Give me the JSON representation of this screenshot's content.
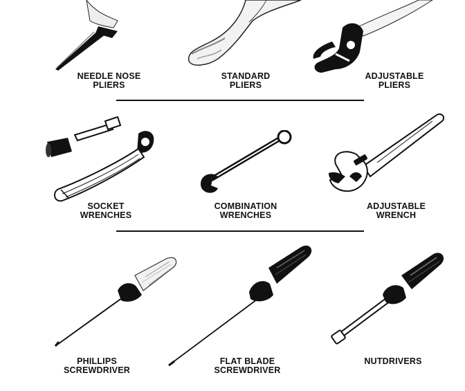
{
  "sections": {
    "pliers": {
      "items": [
        {
          "label": "NEEDLE NOSE\nPLIERS",
          "icon": "needle-nose-pliers-icon"
        },
        {
          "label": "STANDARD\nPLIERS",
          "icon": "standard-pliers-icon"
        },
        {
          "label": "ADJUSTABLE\nPLIERS",
          "icon": "adjustable-pliers-icon"
        }
      ]
    },
    "wrenches": {
      "items": [
        {
          "label": "SOCKET\nWRENCHES",
          "icon": "socket-wrench-icon"
        },
        {
          "label": "COMBINATION\nWRENCHES",
          "icon": "combination-wrench-icon"
        },
        {
          "label": "ADJUSTABLE\nWRENCH",
          "icon": "adjustable-wrench-icon"
        }
      ]
    },
    "screwdrivers": {
      "items": [
        {
          "label": "PHILLIPS\nSCREWDRIVER",
          "icon": "phillips-screwdriver-icon"
        },
        {
          "label": "FLAT BLADE\nSCREWDRIVER",
          "icon": "flat-blade-screwdriver-icon"
        },
        {
          "label": "NUTDRIVERS",
          "icon": "nutdriver-icon"
        }
      ]
    }
  },
  "colors": {
    "ink": "#111111",
    "paper": "#ffffff",
    "shade": "#d8d8d8"
  }
}
